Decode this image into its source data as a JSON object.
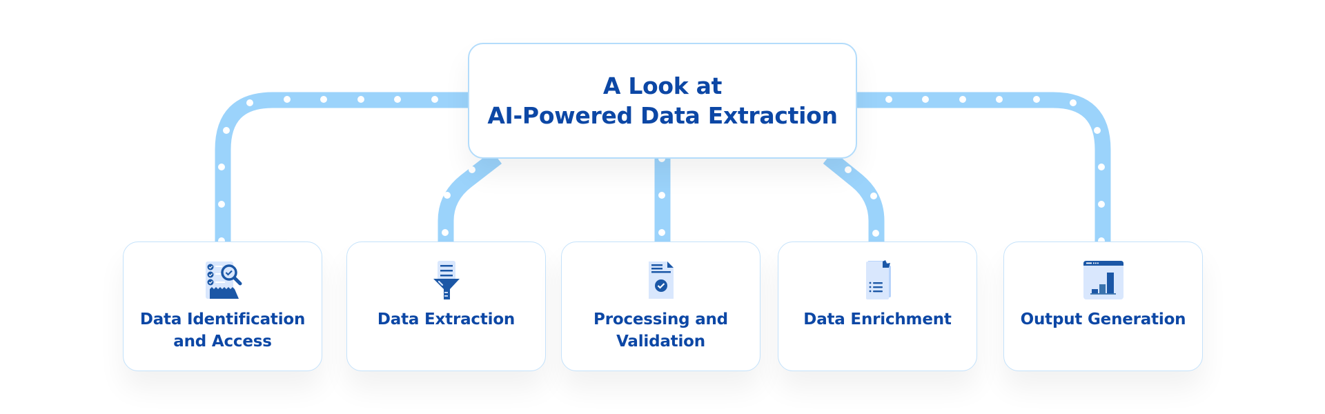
{
  "title": {
    "line1": "A Look at",
    "line2": "AI-Powered Data Extraction"
  },
  "steps": [
    {
      "label_line1": "Data Identification",
      "label_line2": "and Access",
      "icon": "checklist-magnifier-icon"
    },
    {
      "label_line1": "Data Extraction",
      "label_line2": "",
      "icon": "document-funnel-icon"
    },
    {
      "label_line1": "Processing and",
      "label_line2": "Validation",
      "icon": "document-check-icon"
    },
    {
      "label_line1": "Data Enrichment",
      "label_line2": "",
      "icon": "stacked-documents-list-icon"
    },
    {
      "label_line1": "Output Generation",
      "label_line2": "",
      "icon": "browser-bar-chart-icon"
    }
  ],
  "colors": {
    "text": "#0c47a5",
    "pipe": "#9bd3fb",
    "card_border": "#c4e2fb",
    "icon_dark": "#1b57a6",
    "icon_light": "#d9e7fd"
  }
}
